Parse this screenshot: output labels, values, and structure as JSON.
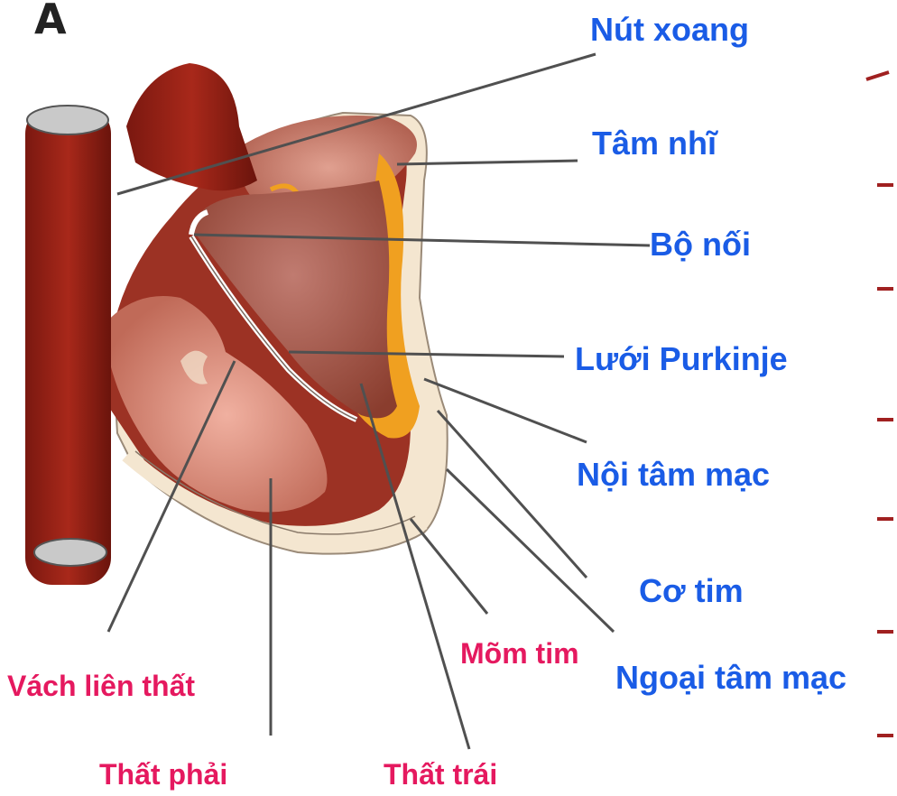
{
  "panel_label": "A",
  "labels": {
    "nut_xoang": "Nút xoang",
    "tam_nhi": "Tâm nhĩ",
    "bo_noi": "Bộ nối",
    "luoi_purkinje": "Lưới Purkinje",
    "noi_tam_mac": "Nội tâm mạc",
    "co_tim": "Cơ tim",
    "ngoai_tam_mac": "Ngoại tâm mạc",
    "mom_tim": "Mõm tim",
    "vach_lien_that": "Vách liên thất",
    "that_phai": "Thất phải",
    "that_trai": "Thất trái"
  },
  "colors": {
    "vessel": "#8b1c12",
    "myocardium": "#a83a2a",
    "chamber": "#c87a66",
    "endocardium_orange": "#f0a020",
    "pericardium": "#f4e6d0",
    "label_blue": "#1a5ce6",
    "label_pink": "#e5195f"
  }
}
